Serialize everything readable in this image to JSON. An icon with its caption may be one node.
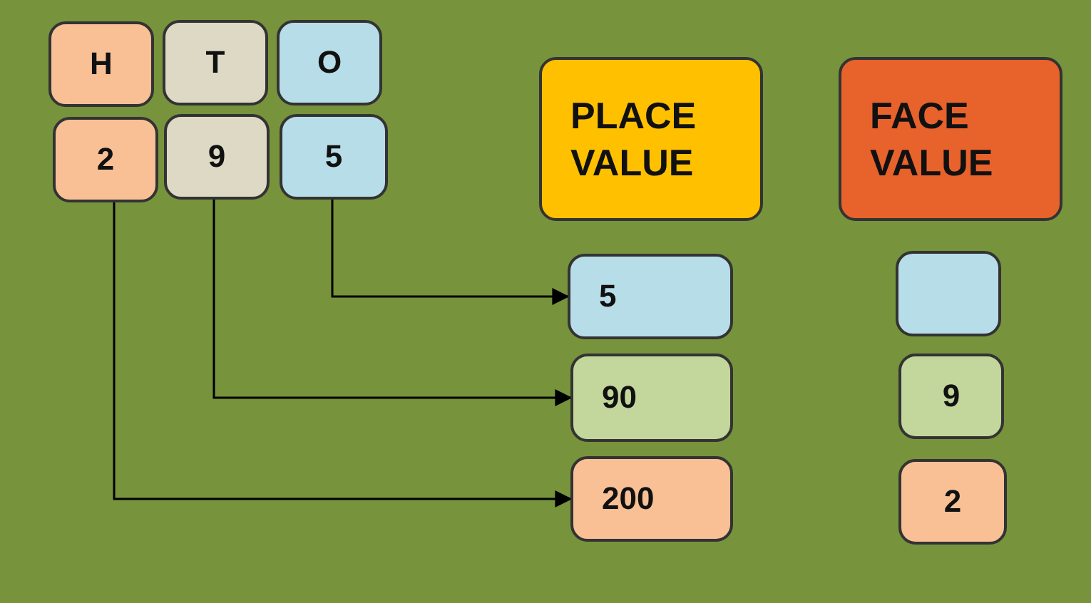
{
  "diagram": {
    "nodes": [
      {
        "text": [
          "H"
        ]
      },
      {
        "text": [
          "T"
        ]
      },
      {
        "text": [
          "O"
        ]
      },
      {
        "text": [
          "2"
        ]
      },
      {
        "text": [
          "9"
        ]
      },
      {
        "text": [
          "5"
        ]
      },
      {
        "text": [
          "PLACE VALUE"
        ]
      },
      {
        "text": [
          "FACE VALUE"
        ]
      },
      {
        "text": [
          "5"
        ]
      },
      {
        "text": [
          "90"
        ]
      },
      {
        "text": [
          "200"
        ]
      },
      {
        "text": [],
        "shape": "box"
      },
      {
        "text": [
          "9"
        ]
      },
      {
        "text": [
          "2"
        ]
      }
    ],
    "edges": [
      {
        "from": 5,
        "to": 8,
        "arrow": "to"
      },
      {
        "from": 4,
        "to": 9,
        "arrow": "to"
      },
      {
        "from": 3,
        "to": 10,
        "arrow": "to"
      }
    ]
  }
}
